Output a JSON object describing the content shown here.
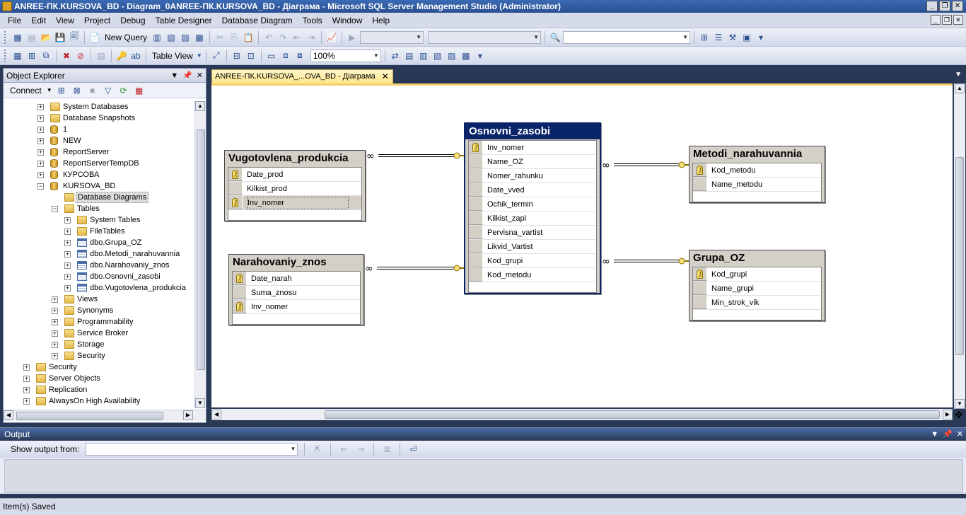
{
  "window": {
    "title": "ANREE-ПК.KURSOVA_BD - Diagram_0ANREE-ПК.KURSOVA_BD - Діаграма - Microsoft SQL Server Management Studio (Administrator)"
  },
  "menu": {
    "items": [
      "File",
      "Edit",
      "View",
      "Project",
      "Debug",
      "Table Designer",
      "Database Diagram",
      "Tools",
      "Window",
      "Help"
    ]
  },
  "toolbar1": {
    "new_query": "New Query"
  },
  "toolbar2": {
    "table_view": "Table View",
    "zoom": "100%"
  },
  "object_explorer": {
    "title": "Object Explorer",
    "connect": "Connect",
    "tree": [
      {
        "label": "System Databases",
        "level": 2,
        "icon": "folder",
        "expander": "+"
      },
      {
        "label": "Database Snapshots",
        "level": 2,
        "icon": "folder",
        "expander": "+"
      },
      {
        "label": "1",
        "level": 2,
        "icon": "db",
        "expander": "+"
      },
      {
        "label": "NEW",
        "level": 2,
        "icon": "db",
        "expander": "+"
      },
      {
        "label": "ReportServer",
        "level": 2,
        "icon": "db",
        "expander": "+"
      },
      {
        "label": "ReportServerTempDB",
        "level": 2,
        "icon": "db",
        "expander": "+"
      },
      {
        "label": "КУРСОВА",
        "level": 2,
        "icon": "db",
        "expander": "+"
      },
      {
        "label": "KURSOVA_BD",
        "level": 2,
        "icon": "db",
        "expander": "−"
      },
      {
        "label": "Database Diagrams",
        "level": 3,
        "icon": "folder",
        "expander": "",
        "selected": true
      },
      {
        "label": "Tables",
        "level": 3,
        "icon": "folder",
        "expander": "−"
      },
      {
        "label": "System Tables",
        "level": 4,
        "icon": "folder",
        "expander": "+"
      },
      {
        "label": "FileTables",
        "level": 4,
        "icon": "folder",
        "expander": "+"
      },
      {
        "label": "dbo.Grupa_OZ",
        "level": 4,
        "icon": "table",
        "expander": "+"
      },
      {
        "label": "dbo.Metodi_narahuvannia",
        "level": 4,
        "icon": "table",
        "expander": "+"
      },
      {
        "label": "dbo.Narahovaniy_znos",
        "level": 4,
        "icon": "table",
        "expander": "+"
      },
      {
        "label": "dbo.Osnovni_zasobi",
        "level": 4,
        "icon": "table",
        "expander": "+"
      },
      {
        "label": "dbo.Vugotovlena_produkcia",
        "level": 4,
        "icon": "table",
        "expander": "+"
      },
      {
        "label": "Views",
        "level": 3,
        "icon": "folder",
        "expander": "+"
      },
      {
        "label": "Synonyms",
        "level": 3,
        "icon": "folder",
        "expander": "+"
      },
      {
        "label": "Programmability",
        "level": 3,
        "icon": "folder",
        "expander": "+"
      },
      {
        "label": "Service Broker",
        "level": 3,
        "icon": "folder",
        "expander": "+"
      },
      {
        "label": "Storage",
        "level": 3,
        "icon": "folder",
        "expander": "+"
      },
      {
        "label": "Security",
        "level": 3,
        "icon": "folder",
        "expander": "+"
      },
      {
        "label": "Security",
        "level": 1,
        "icon": "folder",
        "expander": "+"
      },
      {
        "label": "Server Objects",
        "level": 1,
        "icon": "folder",
        "expander": "+"
      },
      {
        "label": "Replication",
        "level": 1,
        "icon": "folder",
        "expander": "+"
      },
      {
        "label": "AlwaysOn High Availability",
        "level": 1,
        "icon": "folder",
        "expander": "+"
      }
    ]
  },
  "document": {
    "tab_label": "ANREE-ПК.KURSOVA_...OVA_BD - Діаграма"
  },
  "diagram": {
    "tables": [
      {
        "id": "vugotovlena",
        "name": "Vugotovlena_produkcia",
        "columns": [
          {
            "name": "Date_prod",
            "key": true
          },
          {
            "name": "Kilkist_prod",
            "key": false
          },
          {
            "name": "Inv_nomer",
            "key": true,
            "highlight": true
          }
        ]
      },
      {
        "id": "narahovaniy",
        "name": "Narahovaniy_znos",
        "columns": [
          {
            "name": "Date_narah",
            "key": true
          },
          {
            "name": "Suma_znosu",
            "key": false
          },
          {
            "name": "Inv_nomer",
            "key": true
          }
        ]
      },
      {
        "id": "osnovni",
        "name": "Osnovni_zasobi",
        "selected": true,
        "columns": [
          {
            "name": "Inv_nomer",
            "key": true
          },
          {
            "name": "Name_OZ",
            "key": false
          },
          {
            "name": "Nomer_rahunku",
            "key": false
          },
          {
            "name": "Date_vved",
            "key": false
          },
          {
            "name": "Ochik_termin",
            "key": false
          },
          {
            "name": "Kilkist_zapl",
            "key": false
          },
          {
            "name": "Pervisna_vartist",
            "key": false
          },
          {
            "name": "Likvid_Vartist",
            "key": false
          },
          {
            "name": "Kod_grupi",
            "key": false
          },
          {
            "name": "Kod_metodu",
            "key": false
          }
        ]
      },
      {
        "id": "metodi",
        "name": "Metodi_narahuvannia",
        "columns": [
          {
            "name": "Kod_metodu",
            "key": true
          },
          {
            "name": "Name_metodu",
            "key": false
          }
        ]
      },
      {
        "id": "grupa",
        "name": "Grupa_OZ",
        "columns": [
          {
            "name": "Kod_grupi",
            "key": true
          },
          {
            "name": "Name_grupi",
            "key": false
          },
          {
            "name": "Min_strok_vik",
            "key": false
          }
        ]
      }
    ]
  },
  "output": {
    "title": "Output",
    "show_output_from": "Show output from:"
  },
  "status": {
    "text": "Item(s) Saved"
  }
}
